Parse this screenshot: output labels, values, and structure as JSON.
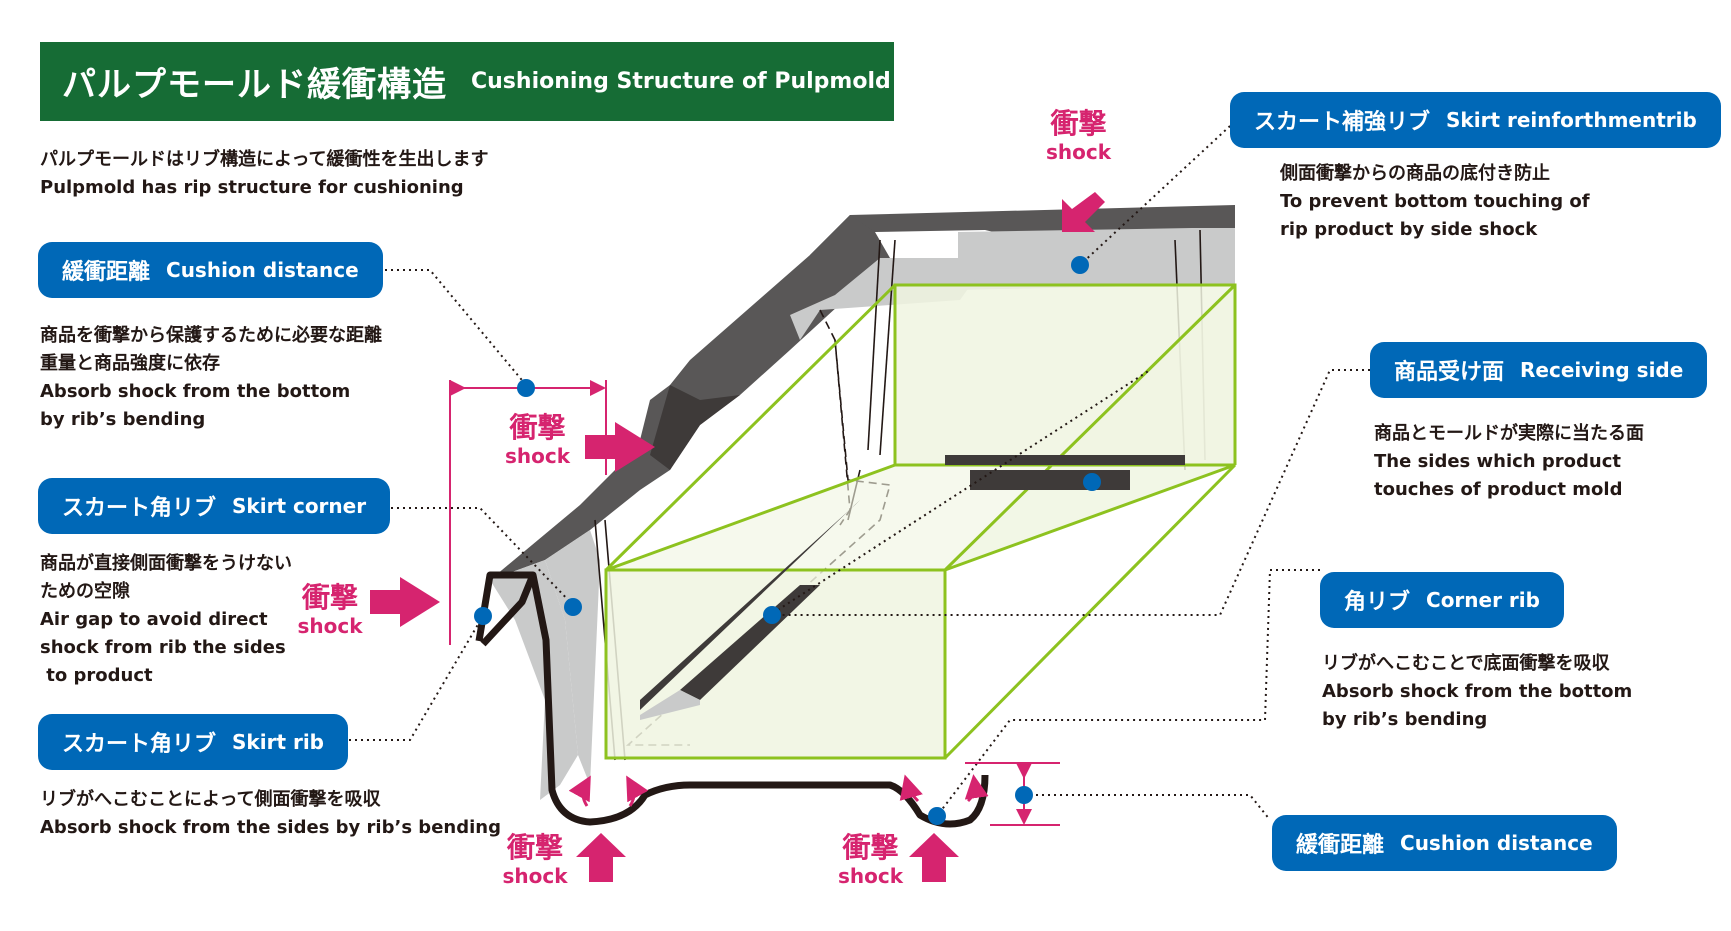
{
  "title": {
    "jp": "パルプモールド緩衝構造",
    "en": "Cushioning Structure of Pulpmold"
  },
  "intro": {
    "jp": "パルプモールドはリブ構造によって緩衝性を生出します",
    "en": "Pulpmold has rip structure for cushioning"
  },
  "callouts": {
    "cushion_distance_left": {
      "label_jp": "緩衝距離",
      "label_en": "Cushion distance",
      "desc": [
        "商品を衝撃から保護するために必要な距離",
        "重量と商品強度に依存",
        "Absorb shock from the bottom",
        "by rib’s bending"
      ]
    },
    "skirt_corner": {
      "label_jp": "スカート角リブ",
      "label_en": "Skirt corner",
      "desc": [
        "商品が直接側面衝撃をうけない",
        "ための空隙",
        "Air gap to avoid direct",
        "shock from rib the sides",
        " to product"
      ]
    },
    "skirt_rib": {
      "label_jp": "スカート角リブ",
      "label_en": "Skirt rib",
      "desc": [
        "リブがへこむことによって側面衝撃を吸収",
        "Absorb shock from the sides by rib’s bending"
      ]
    },
    "skirt_reinforcement": {
      "label_jp": "スカート補強リブ",
      "label_en": "Skirt reinforthmentrib",
      "desc": [
        "側面衝撃からの商品の底付き防止",
        "To prevent bottom touching of",
        "rip product by side shock"
      ]
    },
    "receiving_side": {
      "label_jp": "商品受け面",
      "label_en": "Receiving side",
      "desc": [
        "商品とモールドが実際に当たる面",
        "The sides which product",
        "touches of product mold"
      ]
    },
    "corner_rib": {
      "label_jp": "角リブ",
      "label_en": "Corner rib",
      "desc": [
        "リブがへこむことで底面衝撃を吸収",
        "Absorb shock from the bottom",
        "by rib’s bending"
      ]
    },
    "cushion_distance_right": {
      "label_jp": "緩衝距離",
      "label_en": "Cushion distance"
    }
  },
  "shock": {
    "jp": "衝撃",
    "en": "shock"
  },
  "colors": {
    "title_bg": "#166c35",
    "label_bg": "#0068b7",
    "shock": "#d6246f",
    "product_outline": "#8dc21f",
    "product_fill": "#f0f5e1",
    "mold_dark": "#595757",
    "mold_light": "#c9caca",
    "rib_dark": "#3e3a39"
  }
}
